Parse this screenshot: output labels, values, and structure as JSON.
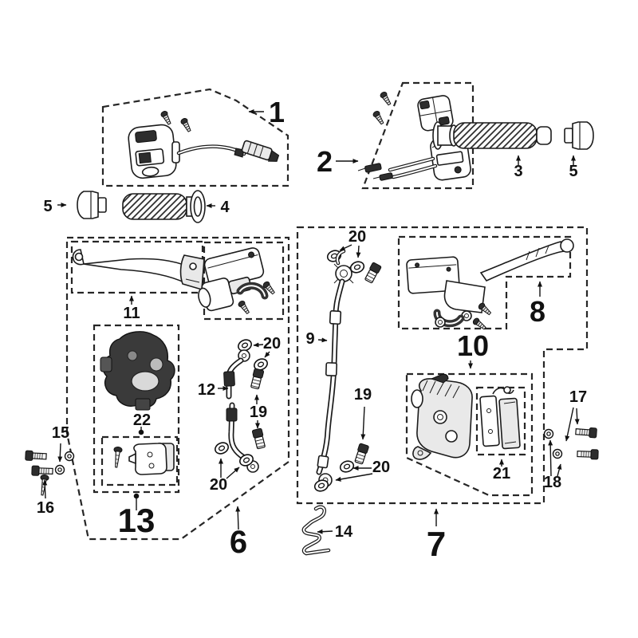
{
  "diagram": {
    "colors": {
      "background": "#ffffff",
      "line": "#1b1b1b",
      "dash_outline": "#262626"
    }
  },
  "callouts": {
    "group1": "1",
    "group2": "2",
    "part3": "3",
    "part4": "4",
    "part5_left": "5",
    "part5_right": "5",
    "group6": "6",
    "group7": "7",
    "group8": "8",
    "part9": "9",
    "group10": "10",
    "part11": "11",
    "part12": "12",
    "group13": "13",
    "part14": "14",
    "part15": "15",
    "part16": "16",
    "part17": "17",
    "part18": "18",
    "part19_left": "19",
    "part19_right": "19",
    "part20_left_top": "20",
    "part20_left_bottom": "20",
    "part20_right_top": "20",
    "part20_right_bottom": "20",
    "part21": "21",
    "part22": "22"
  }
}
